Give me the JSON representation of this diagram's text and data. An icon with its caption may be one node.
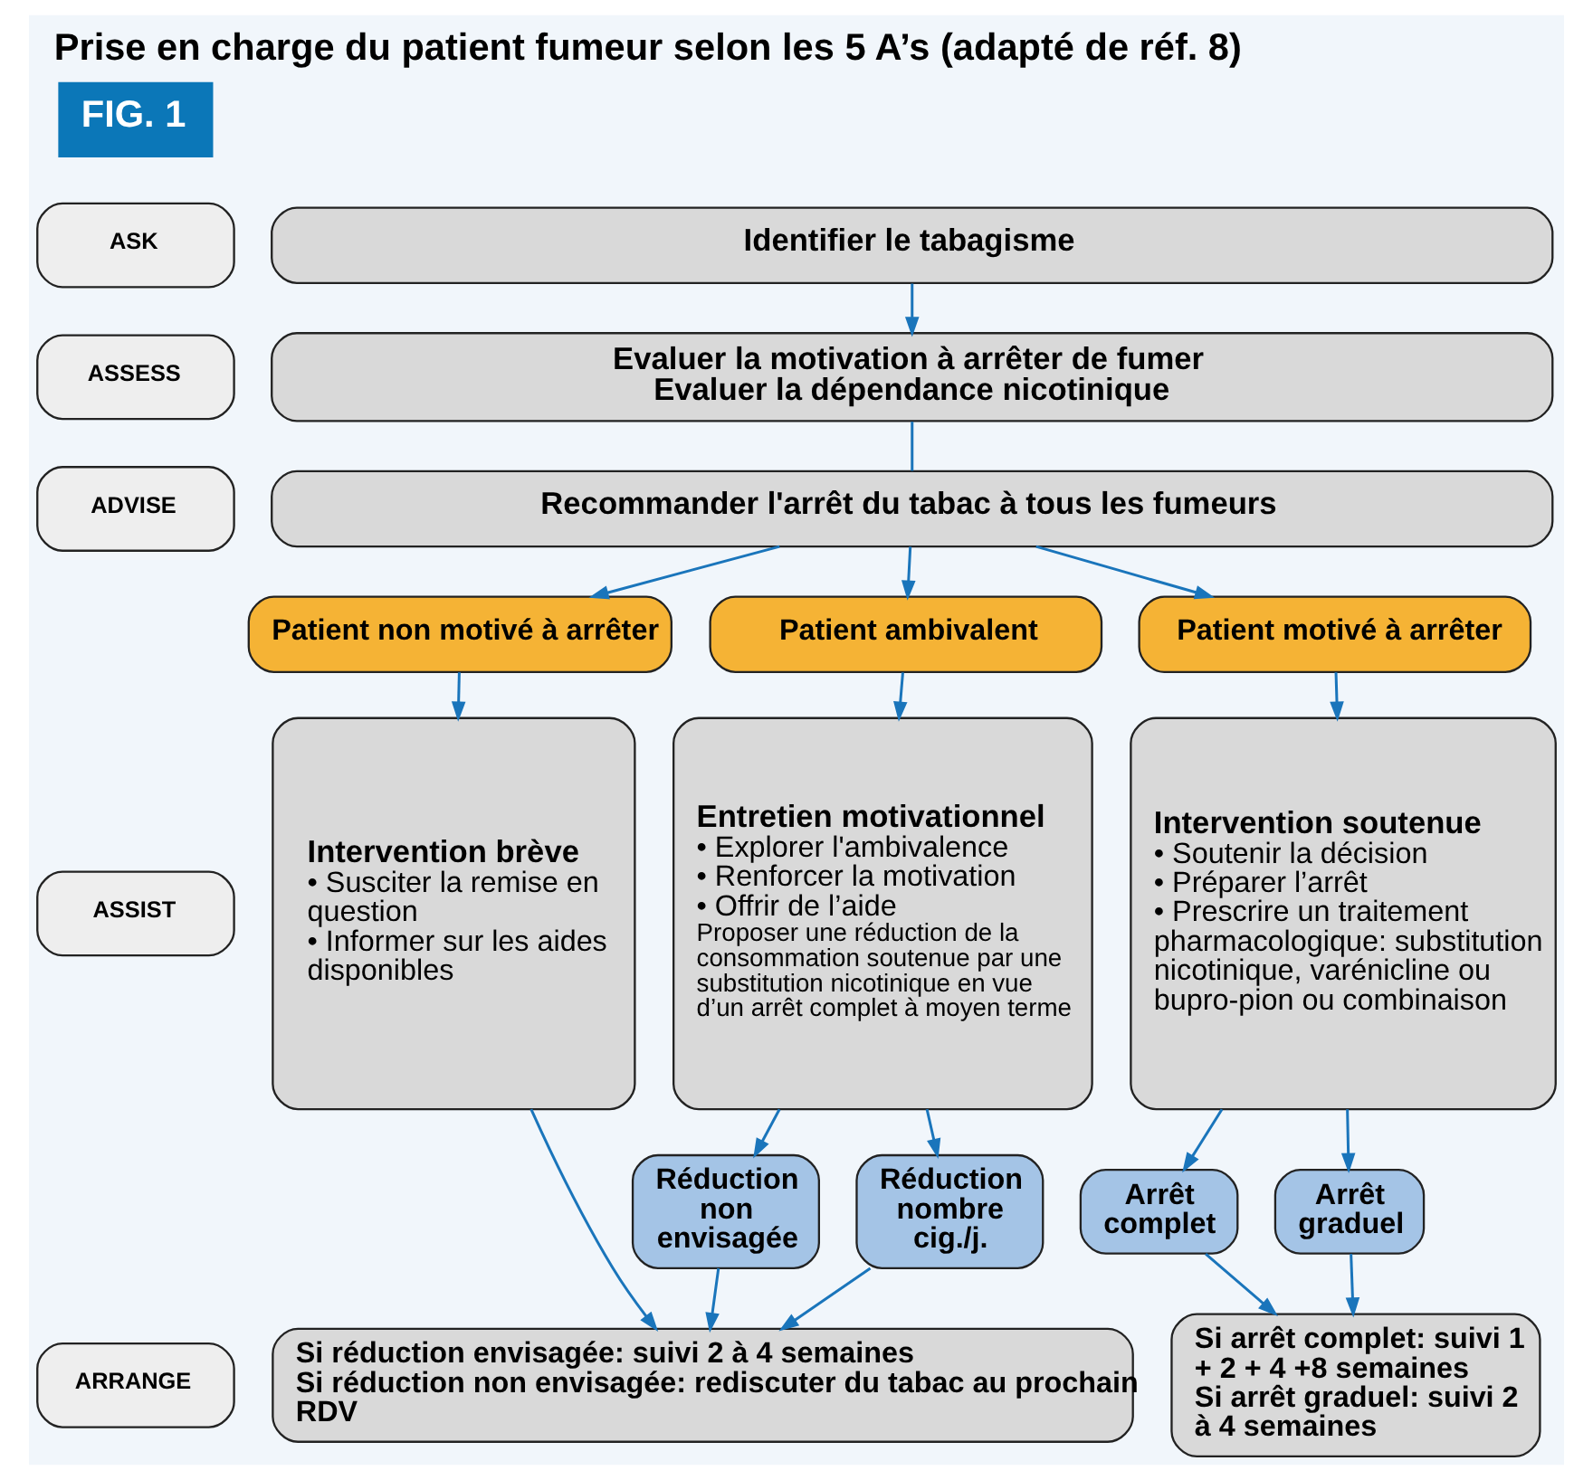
{
  "diagram": {
    "title": "Prise en charge du patient fumeur selon les 5 A’s (adapté de réf. 8)",
    "nodes": [
      {
        "text": [
          "ASK"
        ]
      },
      {
        "text": [
          "Identifier le tabagisme"
        ]
      },
      {
        "text": [
          "ASSESS"
        ]
      },
      {
        "text": [
          "Evaluer la motivation à arrêter de fumer",
          "Evaluer la dépendance nicotinique"
        ]
      },
      {
        "text": [
          "ADVISE"
        ]
      },
      {
        "text": [
          "Recommander l'arrêt du tabac à tous les fumeurs"
        ]
      },
      {
        "text": [
          "Patient non motivé à arrêter"
        ]
      },
      {
        "text": [
          "Patient ambivalent"
        ]
      },
      {
        "text": [
          "Patient motivé à arrêter"
        ]
      },
      {
        "text": [
          "ASSIST"
        ]
      },
      {
        "text": [
          "Intervention brève",
          "• Susciter la remise en question",
          "• Informer sur les aides disponibles"
        ]
      },
      {
        "text": [
          "Entretien motivationnel",
          "• Explorer l'ambivalence",
          "• Renforcer la motivation",
          "• Offrir de l’aide",
          "Proposer une réduction de la consommation soutenue par une substitution nicotinique en vue d’un arrêt complet à moyen terme"
        ]
      },
      {
        "text": [
          "Intervention soutenue",
          "• Soutenir la décision",
          "• Préparer l’arrêt",
          "• Prescrire un traitement pharmacologique: substitution nicotinique, varénicline ou bupro-pion ou combinaison"
        ]
      },
      {
        "text": [
          "Réduction non envisagée"
        ]
      },
      {
        "text": [
          "Réduction nombre cig./j."
        ]
      },
      {
        "text": [
          "Arrêt complet"
        ]
      },
      {
        "text": [
          "Arrêt graduel"
        ]
      },
      {
        "text": [
          "ARRANGE"
        ]
      },
      {
        "text": [
          "Si réduction envisagée: suivi 2 à 4 semaines",
          "Si réduction non envisagée: rediscuter du tabac au prochain RDV"
        ]
      },
      {
        "text": [
          "Si arrêt complet: suivi 1 + 2 + 4 +8 semaines",
          "Si arrêt graduel: suivi 2 à 4 semaines"
        ]
      }
    ],
    "edges": [
      {
        "from": 1,
        "to": 3,
        "arrow": "to"
      },
      {
        "from": 3,
        "to": 5,
        "arrow": "none"
      },
      {
        "from": 5,
        "to": 6,
        "arrow": "to"
      },
      {
        "from": 5,
        "to": 7,
        "arrow": "to"
      },
      {
        "from": 5,
        "to": 8,
        "arrow": "to"
      },
      {
        "from": 6,
        "to": 10,
        "arrow": "to"
      },
      {
        "from": 7,
        "to": 11,
        "arrow": "to"
      },
      {
        "from": 8,
        "to": 12,
        "arrow": "to"
      },
      {
        "from": 10,
        "to": 18,
        "arrow": "to"
      },
      {
        "from": 11,
        "to": 13,
        "arrow": "to"
      },
      {
        "from": 11,
        "to": 14,
        "arrow": "to"
      },
      {
        "from": 13,
        "to": 18,
        "arrow": "to"
      },
      {
        "from": 14,
        "to": 18,
        "arrow": "to"
      },
      {
        "from": 12,
        "to": 15,
        "arrow": "to"
      },
      {
        "from": 12,
        "to": 16,
        "arrow": "to"
      },
      {
        "from": 15,
        "to": 19,
        "arrow": "to"
      },
      {
        "from": 16,
        "to": 19,
        "arrow": "to"
      }
    ],
    "labels": [
      "FIG. 1"
    ]
  }
}
